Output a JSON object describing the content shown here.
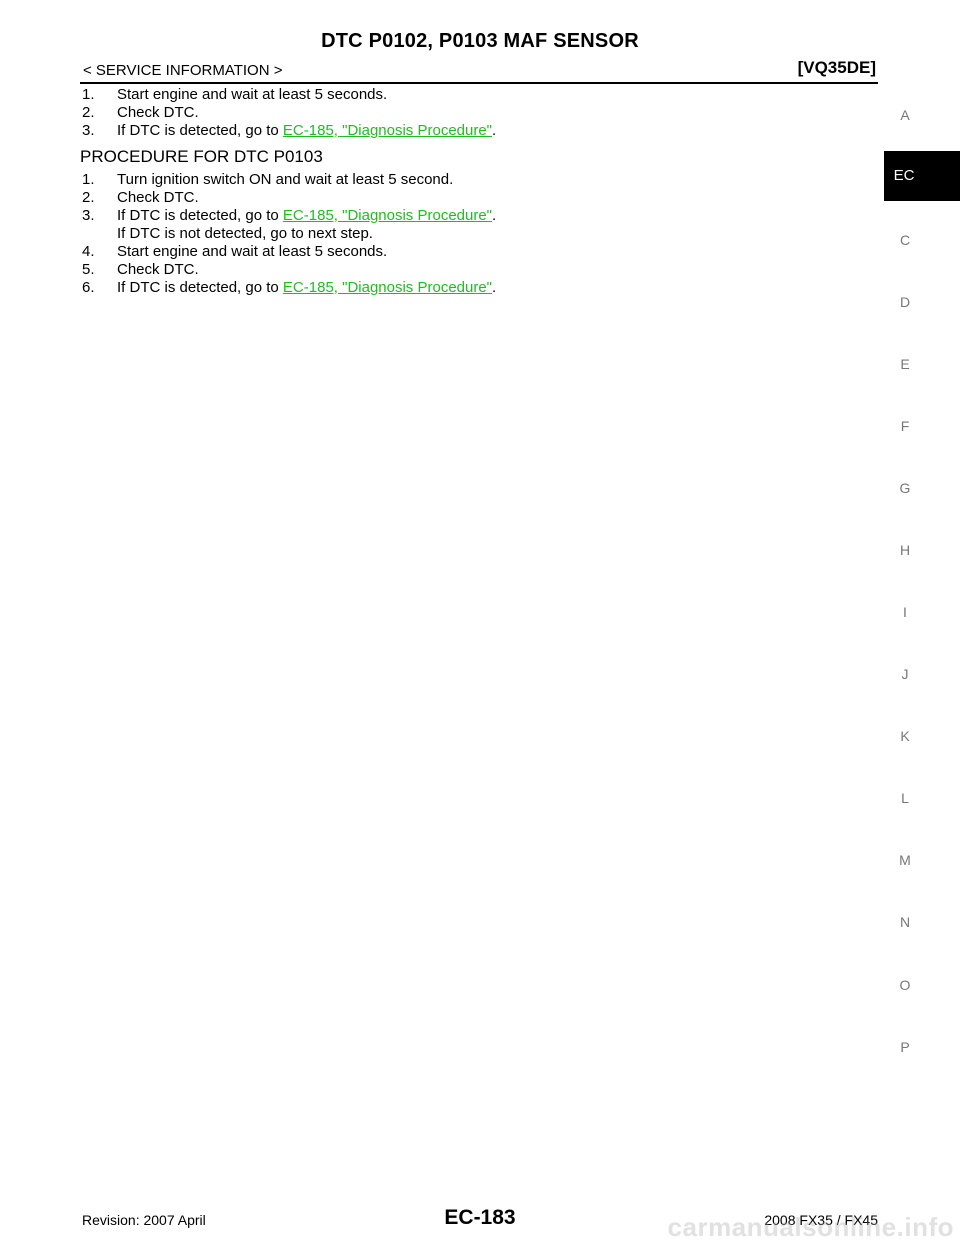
{
  "header": {
    "title": "DTC P0102, P0103 MAF SENSOR",
    "breadcrumb": "< SERVICE INFORMATION >",
    "engine_code": "[VQ35DE]"
  },
  "intro_steps": [
    {
      "num": "1.",
      "text": "Start engine and wait at least 5 seconds."
    },
    {
      "num": "2.",
      "text": "Check DTC."
    },
    {
      "num": "3.",
      "text": "If DTC is detected, go to ",
      "link": "EC-185, \"Diagnosis Procedure\"",
      "tail": "."
    }
  ],
  "section": {
    "heading": "PROCEDURE FOR DTC P0103",
    "steps": [
      {
        "num": "1.",
        "text": "Turn ignition switch ON and wait at least 5 second."
      },
      {
        "num": "2.",
        "text": "Check DTC."
      },
      {
        "num": "3.",
        "text": "If DTC is detected, go to ",
        "link": "EC-185, \"Diagnosis Procedure\"",
        "tail": "."
      },
      {
        "num": "",
        "text": "If DTC is not detected, go to next step."
      },
      {
        "num": "4.",
        "text": "Start engine and wait at least 5 seconds."
      },
      {
        "num": "5.",
        "text": "Check DTC."
      },
      {
        "num": "6.",
        "text": "If DTC is detected, go to ",
        "link": "EC-185, \"Diagnosis Procedure\"",
        "tail": "."
      }
    ]
  },
  "side_index": {
    "letters": [
      "A",
      "EC",
      "C",
      "D",
      "E",
      "F",
      "G",
      "H",
      "I",
      "J",
      "K",
      "L",
      "M",
      "N",
      "O",
      "P"
    ],
    "active": "EC"
  },
  "footer": {
    "revision": "Revision: 2007 April",
    "page": "EC-183",
    "model": "2008 FX35 / FX45",
    "watermark": "carmanualsonline.info"
  },
  "colors": {
    "link": "#22bb22",
    "active_tab": "#000000"
  }
}
